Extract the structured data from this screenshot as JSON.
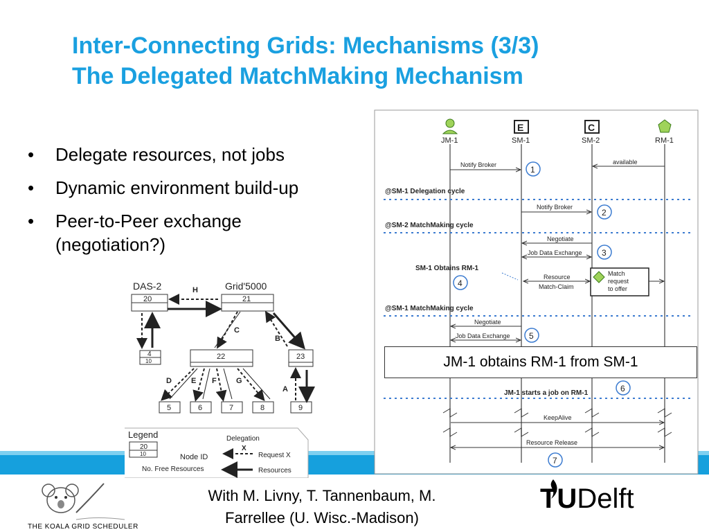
{
  "title": {
    "line1": "Inter-Connecting Grids: Mechanisms (3/3)",
    "line2": "The Delegated MatchMaking Mechanism"
  },
  "bullets": [
    "Delegate resources, not jobs",
    "Dynamic environment build-up",
    "Peer-to-Peer exchange",
    "(negotiation?)"
  ],
  "callout": "JM-1 obtains RM-1 from SM-1",
  "footer": {
    "line1": "With M. Livny, T. Tannenbaum, M.",
    "line2": "Farrellee (U. Wisc.-Madison)"
  },
  "logos": {
    "koala": "THE KOALA GRID SCHEDULER",
    "tu": "TU",
    "delft": "Delft"
  },
  "tree": {
    "das2": "DAS-2",
    "grid5000": "Grid'5000",
    "h": "H",
    "n20": "20",
    "n21": "21",
    "n4": "4",
    "n4free": "10",
    "n22": "22",
    "n23": "23",
    "c": "C",
    "b": "B",
    "d": "D",
    "e": "E",
    "f": "F",
    "g": "G",
    "a": "A",
    "n5": "5",
    "n6": "6",
    "n7": "7",
    "n8": "8",
    "n9": "9"
  },
  "legend": {
    "title": "Legend",
    "node": "20",
    "free": "10",
    "node_id": "Node ID",
    "free_resources": "No. Free Resources",
    "delegation": "Delegation",
    "x": "X",
    "request": "Request X",
    "resources": "Resources"
  },
  "sequence": {
    "actors": [
      "JM-1",
      "SM-1",
      "SM-2",
      "RM-1"
    ],
    "actor_glyphs": [
      "",
      "E",
      "C",
      ""
    ],
    "notify_broker": "Notify Broker",
    "available": "available",
    "cycle1": "@SM-1 Delegation cycle",
    "notify_broker2": "Notify Broker",
    "cycle2": "@SM-2 MatchMaking cycle",
    "negotiate": "Negotiate",
    "job_data_exchange": "Job Data Exchange",
    "obtains": "SM-1 Obtains RM-1",
    "resource_match_claim_1": "Resource",
    "resource_match_claim_2": "Match-Claim",
    "match_1": "Match",
    "match_2": "request",
    "match_3": "to offer",
    "cycle3": "@SM-1 MatchMaking cycle",
    "negotiate2": "Negotiate",
    "job_data_exchange2": "Job Data Exchange",
    "starts": "JM-1 starts a job on RM-1",
    "keepalive": "KeepAlive",
    "release": "Resource Release",
    "steps": [
      "1",
      "2",
      "3",
      "4",
      "5",
      "6",
      "7"
    ]
  }
}
